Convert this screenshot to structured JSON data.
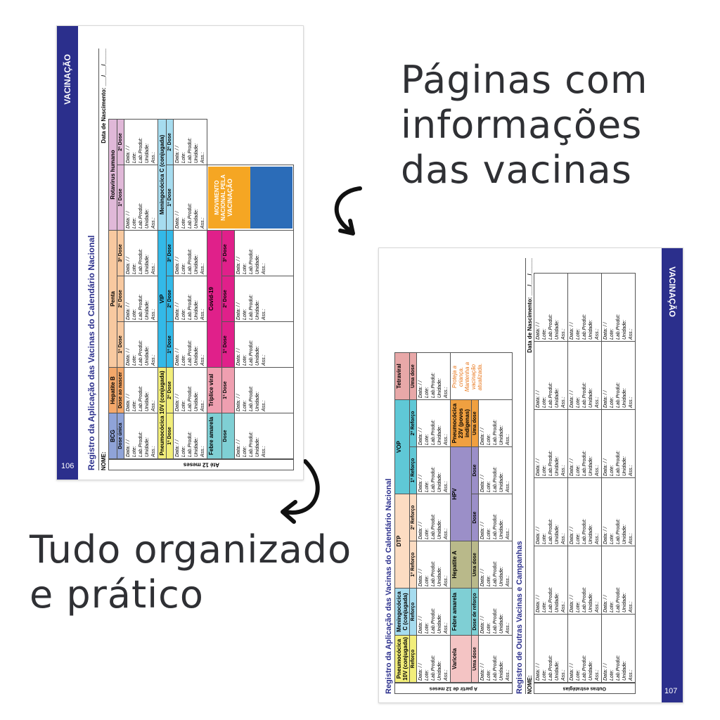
{
  "headline_top": [
    "Páginas com",
    "informações",
    "das vacinas"
  ],
  "headline_bottom": [
    "Tudo organizado",
    "e prático"
  ],
  "page_left": {
    "section": "VACINAÇÃO",
    "page_number": "106",
    "title": "Registro da Aplicação das Vacinas do Calendário Nacional",
    "name_label": "NOME:",
    "birth_label": "Data de Nascimento: ___/___/_____",
    "age_group": "Até 12 meses",
    "vaccines": [
      {
        "name": "BCG",
        "color": "#8fa3d8",
        "doses": [
          "Dose única"
        ]
      },
      {
        "name": "Hepatite B",
        "color": "#f4a86a",
        "doses": [
          "Dose ao nascer"
        ]
      },
      {
        "name": "Penta",
        "color": "#f8c9a0",
        "doses": [
          "1ª Dose",
          "2ª Dose",
          "3ª Dose"
        ]
      },
      {
        "name": "Rotavírus humano",
        "color": "#e0b8d8",
        "doses": [
          "1ª Dose",
          "2ª Dose"
        ]
      },
      {
        "name": "Pneumocócica 10V (conjugada)",
        "color": "#f2ee7a",
        "doses": [
          "1ª Dose",
          "2ª Dose"
        ]
      },
      {
        "name": "VIP",
        "color": "#33b9e8",
        "doses": [
          "1ª Dose",
          "2ª Dose",
          "3ª Dose"
        ]
      },
      {
        "name": "Meningocócica C (conjugada)",
        "color": "#a6dcef",
        "doses": [
          "1ª Dose",
          "2ª Dose"
        ]
      },
      {
        "name": "Febre amarela",
        "color": "#7fcfd4",
        "doses": [
          "Dose"
        ]
      },
      {
        "name": "Tríplice viral",
        "color": "#ef9fb0",
        "doses": [
          "1ª Dose"
        ]
      },
      {
        "name": "Covid-19",
        "color": "#e0208a",
        "doses": [
          "1ª Dose",
          "2ª Dose",
          "3ª Dose"
        ]
      }
    ],
    "promo": {
      "line1": "MOVIMENTO",
      "line2": "NACIONAL PELA",
      "line3": "VACINAÇÃO"
    }
  },
  "page_right": {
    "section": "VACINAÇÃO",
    "page_number": "107",
    "title": "Registro da Aplicação das Vacinas do Calendário Nacional",
    "title2": "Registro de Outras Vacinas e Campanhas",
    "name_label": "NOME:",
    "birth_label": "Data de Nascimento: ___/___/_____",
    "age_group": "A partir de 12 meses",
    "other_group": "Outras estratégias",
    "vaccines": [
      {
        "name": "Pneumocócica 10V (conjugada)",
        "color": "#f2ee7a",
        "doses": [
          "Reforço"
        ]
      },
      {
        "name": "Meningocócica C (conjugada)",
        "color": "#a6dcef",
        "doses": [
          "Reforço"
        ]
      },
      {
        "name": "DTP",
        "color": "#fcdcc2",
        "doses": [
          "1º Reforço",
          "2º Reforço"
        ]
      },
      {
        "name": "VOP",
        "color": "#5fc8d6",
        "doses": [
          "1º Reforço",
          "2º Reforço"
        ]
      },
      {
        "name": "Tetraviral",
        "color": "#e8a8a8",
        "doses": [
          "Uma dose"
        ]
      },
      {
        "name": "Varicela",
        "color": "#f4c4c4",
        "doses": [
          "Uma dose"
        ]
      },
      {
        "name": "Febre amarela",
        "color": "#7fcfd4",
        "doses": [
          "Dose de reforço"
        ]
      },
      {
        "name": "Hepatite A",
        "color": "#b9b98a",
        "doses": [
          "Uma dose"
        ]
      },
      {
        "name": "HPV",
        "color": "#9b8fc8",
        "doses": [
          "Dose",
          "Dose"
        ]
      },
      {
        "name": "Pneumocócica 23V (povos indígenas)",
        "color": "#f0a040",
        "doses": [
          "Uma dose"
        ]
      }
    ],
    "note": "Proteja a criança. Mantenha a vacinação atualizada."
  },
  "fields": [
    "Data:   /   /",
    "Lote:",
    "Lab.Produt:",
    "Unidade:",
    "Ass.:"
  ],
  "colors": {
    "brand": "#2b2f8c",
    "text": "#2f3034"
  }
}
